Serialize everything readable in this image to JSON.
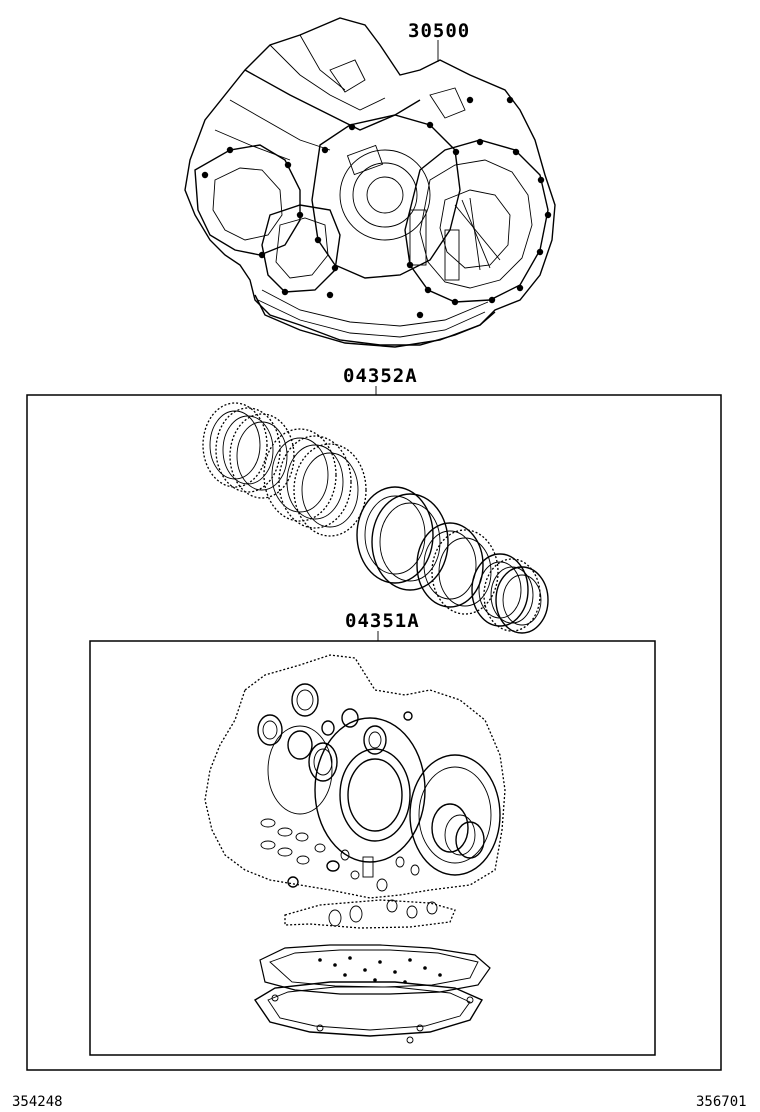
{
  "parts": {
    "transaxle_assy": {
      "part_number": "30500"
    },
    "overhaul_kit": {
      "part_number": "04352A"
    },
    "gasket_kit": {
      "part_number": "04351A"
    }
  },
  "footer": {
    "left_code": "354248",
    "right_code": "356701"
  },
  "icons": [
    "transaxle-assembly-drawing",
    "clutch-disc-pack-drawing",
    "gasket-and-seal-set-drawing"
  ]
}
